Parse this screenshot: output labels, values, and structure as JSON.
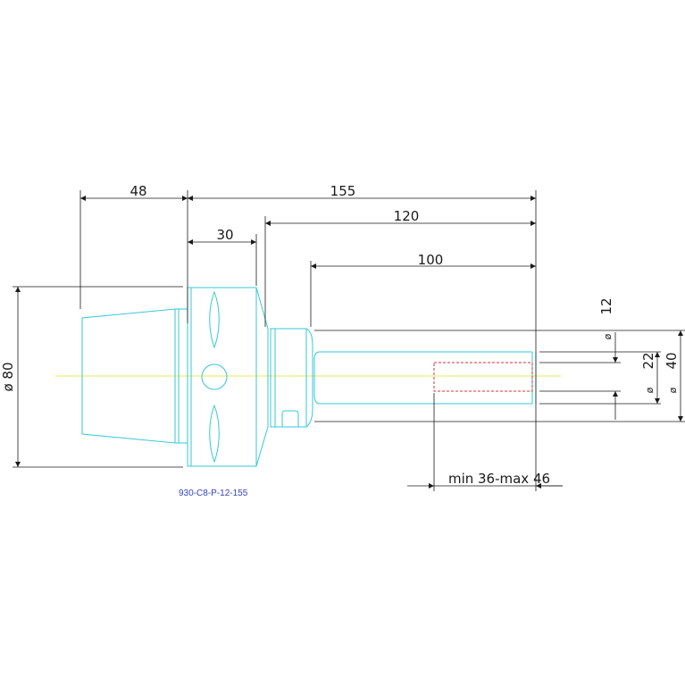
{
  "colors": {
    "background": "#ffffff",
    "outline": "#33c9d6",
    "dimension": "#1a1a1a",
    "centerline": "#e8e85a",
    "hidden": "#e03030",
    "caption": "#3344bb"
  },
  "dimensions": {
    "d48": "48",
    "d155": "155",
    "d30": "30",
    "d120": "120",
    "d100": "100",
    "dia80": "ø 80",
    "d12": "12",
    "d22": "22",
    "d40": "40",
    "dia_symbol": "ø",
    "depth": "min 36-max 46"
  },
  "caption": "930-C8-P-12-155"
}
